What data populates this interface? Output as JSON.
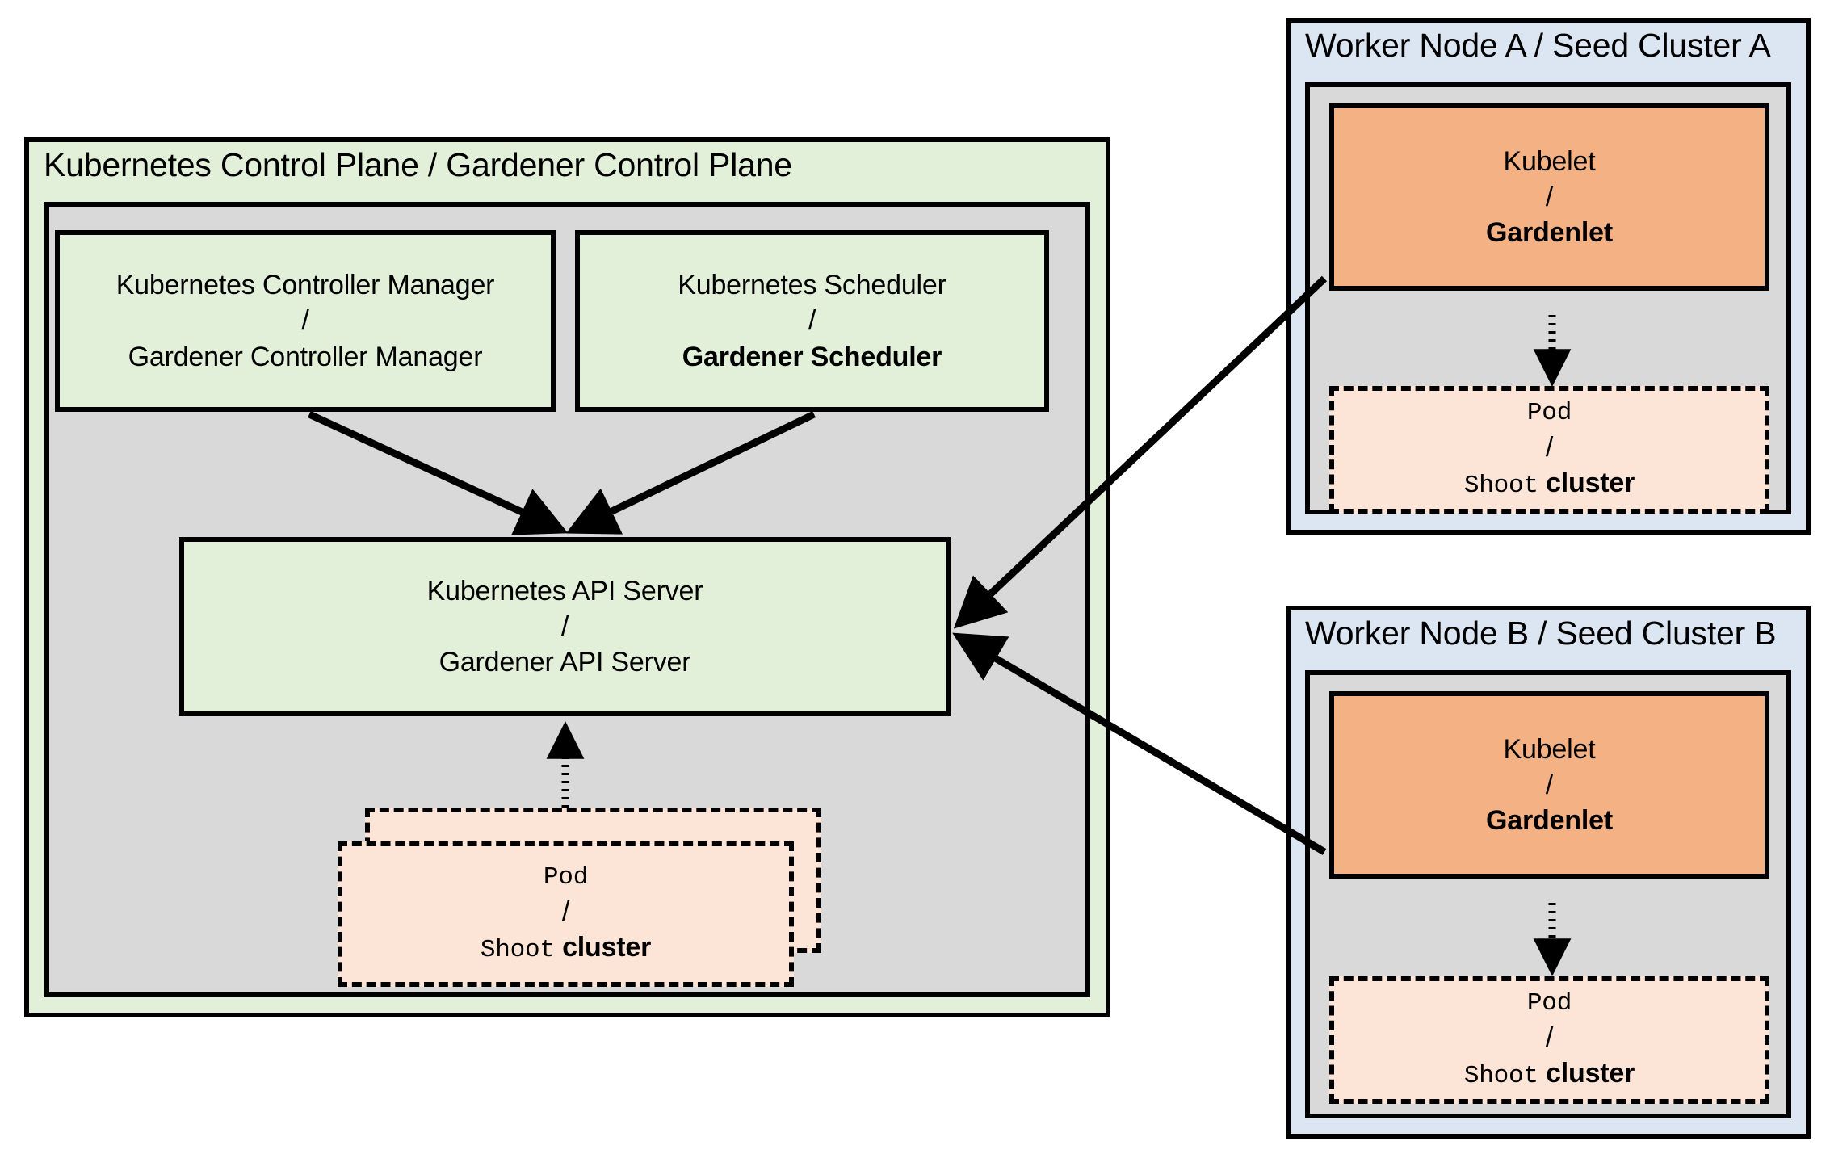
{
  "colors": {
    "green_fill": "#e2efd9",
    "blue_fill": "#dce6f2",
    "gray_fill": "#d9d9d9",
    "orange_fill": "#f4b183",
    "pod_fill": "#fce4d6",
    "stroke": "#000000",
    "background": "#ffffff"
  },
  "control_plane": {
    "title": "Kubernetes Control Plane / Gardener Control Plane",
    "controller_manager": {
      "line1": "Kubernetes Controller Manager",
      "separator": "/",
      "line2": "Gardener Controller Manager"
    },
    "scheduler": {
      "line1": "Kubernetes Scheduler",
      "separator": "/",
      "line2": "Gardener Scheduler"
    },
    "api_server": {
      "line1": "Kubernetes API Server",
      "separator": "/",
      "line2": "Gardener API Server"
    },
    "pod": {
      "line1": "Pod",
      "separator": "/",
      "line2_mono": "Shoot",
      "line2_bold": "cluster"
    }
  },
  "seed_a": {
    "title": "Worker Node A / Seed Cluster A",
    "kubelet": {
      "line1": "Kubelet",
      "separator": "/",
      "line2": "Gardenlet"
    },
    "pod": {
      "line1": "Pod",
      "separator": "/",
      "line2_mono": "Shoot",
      "line2_bold": "cluster"
    }
  },
  "seed_b": {
    "title": "Worker Node B / Seed Cluster B",
    "kubelet": {
      "line1": "Kubelet",
      "separator": "/",
      "line2": "Gardenlet"
    },
    "pod": {
      "line1": "Pod",
      "separator": "/",
      "line2_mono": "Shoot",
      "line2_bold": "cluster"
    }
  },
  "connections": [
    {
      "name": "controller-manager-to-api-server",
      "style": "solid",
      "arrow": "end"
    },
    {
      "name": "scheduler-to-api-server",
      "style": "solid",
      "arrow": "end"
    },
    {
      "name": "control-plane-pod-to-api-server",
      "style": "dotted",
      "arrow": "end"
    },
    {
      "name": "gardenlet-a-to-api-server",
      "style": "solid",
      "arrow": "end"
    },
    {
      "name": "gardenlet-b-to-api-server",
      "style": "solid",
      "arrow": "end"
    },
    {
      "name": "gardenlet-a-to-pod-a",
      "style": "dotted",
      "arrow": "end"
    },
    {
      "name": "gardenlet-b-to-pod-b",
      "style": "dotted",
      "arrow": "end"
    }
  ]
}
